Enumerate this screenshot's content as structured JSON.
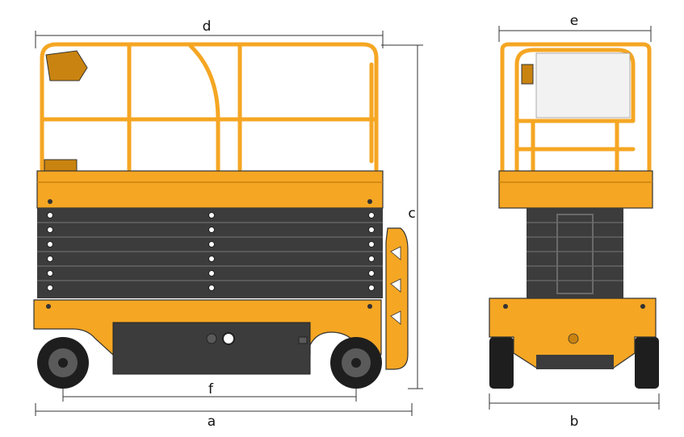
{
  "diagram": {
    "dimension_labels": {
      "a": "a",
      "b": "b",
      "c": "c",
      "d": "d",
      "e": "e",
      "f": "f"
    }
  },
  "colors": {
    "body": "#F5A623",
    "body_dark": "#C98310",
    "scissor": "#3C3C3C",
    "scissor_light": "#5A5A5A",
    "tire": "#1E1E1E",
    "line": "#333333"
  }
}
